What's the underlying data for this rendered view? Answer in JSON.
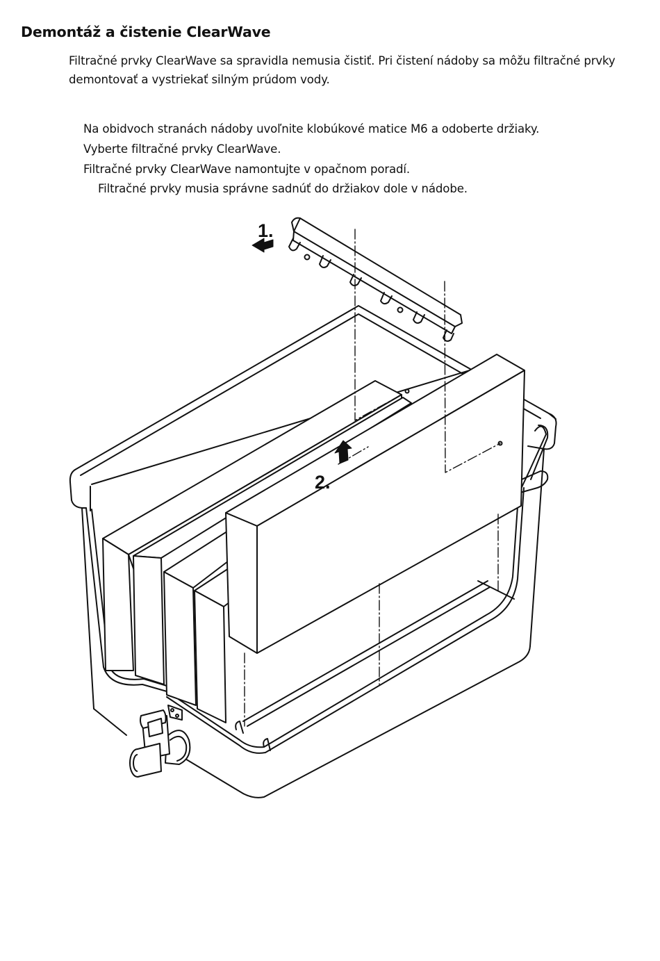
{
  "section": {
    "title": "Demontáž a čistenie ClearWave",
    "intro": "Filtračné prvky ClearWave sa spravidla nemusia čistiť. Pri čistení nádoby sa môžu filtračné prvky demontovať a vystriekať silným prúdom vody."
  },
  "steps": [
    "Na obidvoch stranách nádoby uvoľnite klobúkové matice M6 a odoberte držiaky.",
    "Vyberte filtračné prvky ClearWave.",
    "Filtračné prvky ClearWave namontujte v opačnom poradí."
  ],
  "note": "Filtračné prvky musia správne sadnúť do držiakov dole v nádobe.",
  "figure": {
    "step1_label": "1.",
    "step2_label": "2.",
    "icons": [
      "arrow-left-icon",
      "arrow-up-icon"
    ]
  }
}
